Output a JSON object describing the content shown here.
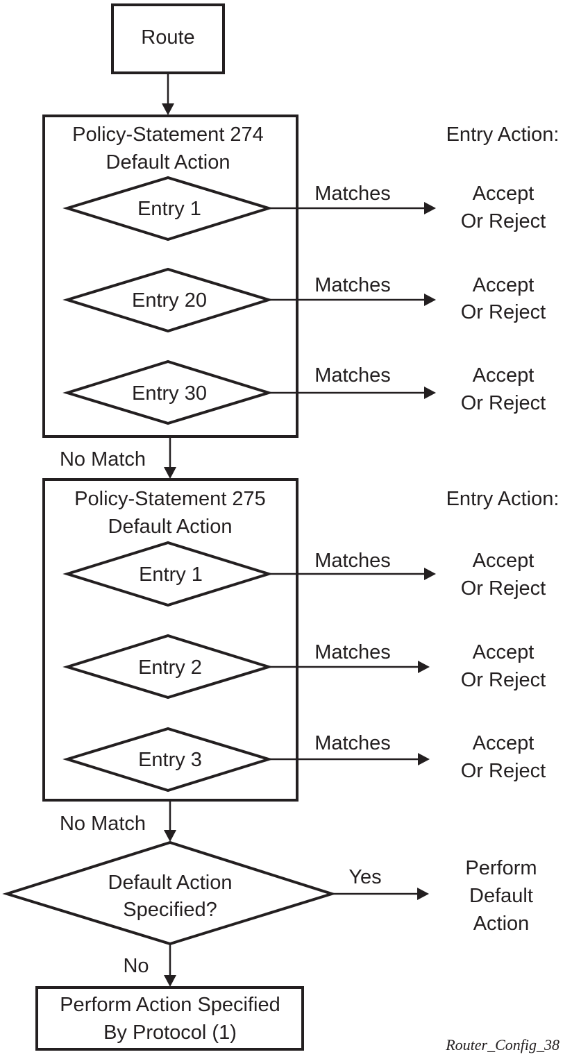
{
  "start": {
    "label": "Route"
  },
  "policies": [
    {
      "title": "Policy-Statement 274",
      "subtitle": "Default Action",
      "entry_action_header": "Entry Action:",
      "entries": [
        {
          "label": "Entry 1",
          "edge_label": "Matches",
          "action_line1": "Accept",
          "action_line2": "Or Reject"
        },
        {
          "label": "Entry 20",
          "edge_label": "Matches",
          "action_line1": "Accept",
          "action_line2": "Or Reject"
        },
        {
          "label": "Entry 30",
          "edge_label": "Matches",
          "action_line1": "Accept",
          "action_line2": "Or Reject"
        }
      ],
      "no_match_label": "No Match"
    },
    {
      "title": "Policy-Statement 275",
      "subtitle": "Default Action",
      "entry_action_header": "Entry Action:",
      "entries": [
        {
          "label": "Entry 1",
          "edge_label": "Matches",
          "action_line1": "Accept",
          "action_line2": "Or Reject"
        },
        {
          "label": "Entry 2",
          "edge_label": "Matches",
          "action_line1": "Accept",
          "action_line2": "Or Reject"
        },
        {
          "label": "Entry 3",
          "edge_label": "Matches",
          "action_line1": "Accept",
          "action_line2": "Or Reject"
        }
      ],
      "no_match_label": "No Match"
    }
  ],
  "decision": {
    "line1": "Default Action",
    "line2": "Specified?",
    "yes_label": "Yes",
    "no_label": "No",
    "yes_action_line1": "Perform",
    "yes_action_line2": "Default",
    "yes_action_line3": "Action"
  },
  "end": {
    "line1": "Perform Action Specified",
    "line2": "By Protocol (1)"
  },
  "figure_id": "Router_Config_38",
  "colors": {
    "stroke": "#231f20",
    "background": "#ffffff"
  }
}
